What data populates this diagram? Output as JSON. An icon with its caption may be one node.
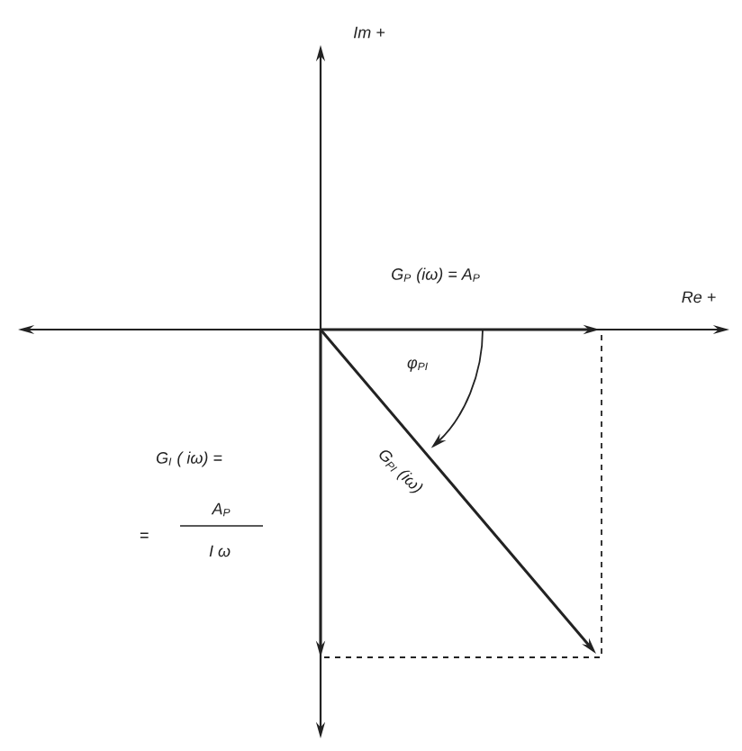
{
  "diagram": {
    "labels": [
      "Im +",
      "Re +",
      "G$_{P}$ (iω) = A$_{P}$",
      "φ$_{PI}$",
      "G$_{PI}$ (iω)",
      "G$_{I}$ ( iω) =",
      "=",
      "A$_{P}$",
      "I ω"
    ]
  }
}
